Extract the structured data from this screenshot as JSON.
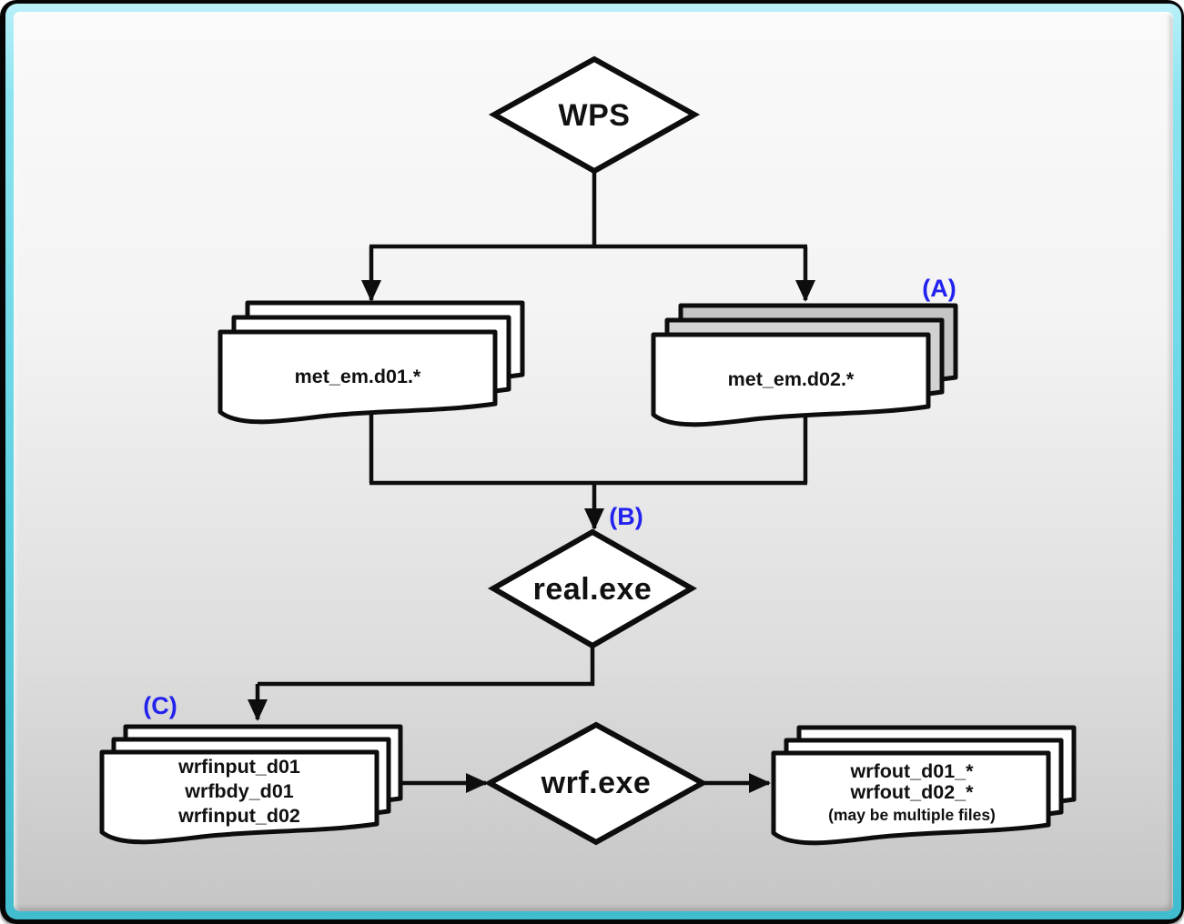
{
  "diagram": {
    "nodes": {
      "wps": {
        "label": "WPS"
      },
      "real_exe": {
        "label": "real.exe"
      },
      "wrf_exe": {
        "label": "wrf.exe"
      }
    },
    "stacks": {
      "met_d01": {
        "lines": [
          "met_em.d01.*"
        ]
      },
      "met_d02": {
        "lines": [
          "met_em.d02.*"
        ]
      },
      "wrf_inputs": {
        "lines": [
          "wrfinput_d01",
          "wrfbdy_d01",
          "wrfinput_d02"
        ]
      },
      "wrf_outputs": {
        "lines": [
          "wrfout_d01_*",
          "wrfout_d02_*",
          "(may be multiple files)"
        ]
      }
    },
    "tags": {
      "a": "(A)",
      "b": "(B)",
      "c": "(C)"
    },
    "colors": {
      "tag_blue": "#2222ee",
      "line_black": "#0d0d0d",
      "doc_fill_white": "#ffffff",
      "doc_fill_gray_back": "#c6c6c6",
      "doc_fill_gray_mid": "#d2d2d2",
      "frame_cyan": "#5fd2e2"
    }
  }
}
